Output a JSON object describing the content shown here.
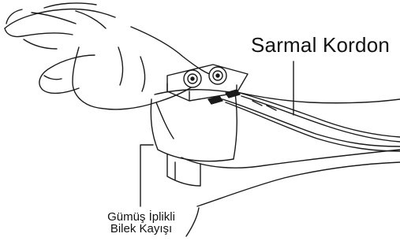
{
  "callouts": {
    "coil_cord": "Sarmal Kordon",
    "wrist_strap_line1": "Gümüş İplikli",
    "wrist_strap_line2": "Bilek Kayışı"
  },
  "colors": {
    "line": "#1a1a1a",
    "skin": "#ffffff",
    "strap": "#ffffff"
  }
}
